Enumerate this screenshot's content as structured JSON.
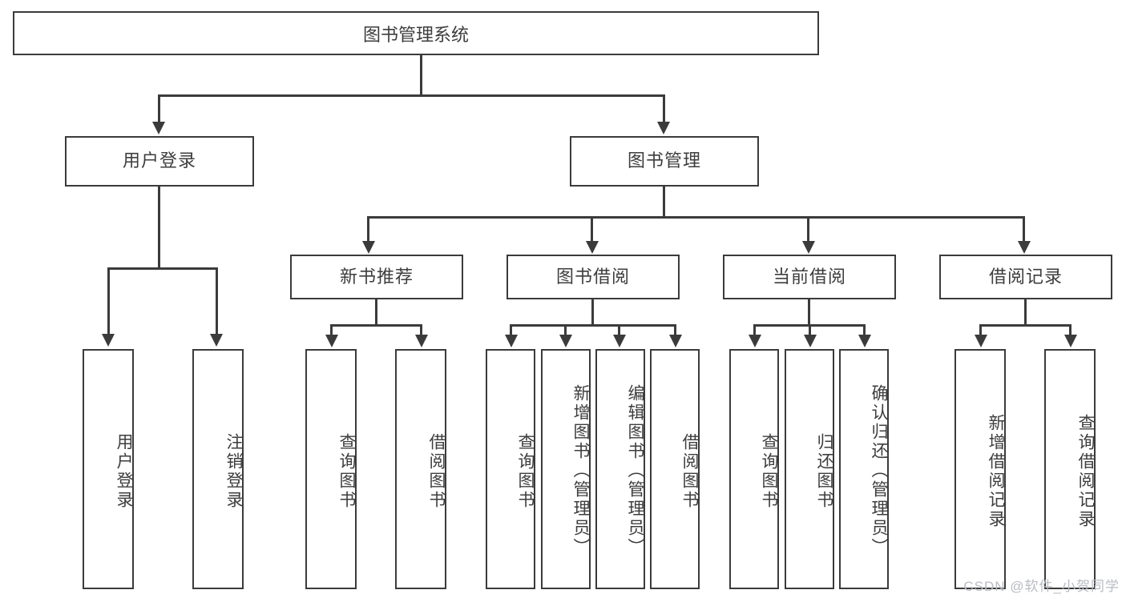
{
  "diagram": {
    "title": "图书管理系统",
    "type": "hierarchy-tree",
    "watermark": "CSDN @软件_小贺同学",
    "levels": {
      "root": {
        "label": "图书管理系统"
      },
      "level2": [
        {
          "label": "用户登录"
        },
        {
          "label": "图书管理"
        }
      ],
      "level3": [
        {
          "label": "新书推荐"
        },
        {
          "label": "图书借阅"
        },
        {
          "label": "当前借阅"
        },
        {
          "label": "借阅记录"
        }
      ],
      "leaves": {
        "user_login": [
          {
            "label": "用户登录"
          },
          {
            "label": "注销登录"
          }
        ],
        "new_book_recommend": [
          {
            "label": "查询图书"
          },
          {
            "label": "借阅图书"
          }
        ],
        "book_borrow": [
          {
            "label": "查询图书"
          },
          {
            "label": "新增图书（管理员）"
          },
          {
            "label": "编辑图书（管理员）"
          },
          {
            "label": "借阅图书"
          }
        ],
        "current_borrow": [
          {
            "label": "查询图书"
          },
          {
            "label": "归还图书"
          },
          {
            "label": "确认归还（管理员）"
          }
        ],
        "borrow_records": [
          {
            "label": "新增借阅记录"
          },
          {
            "label": "查询借阅记录"
          }
        ]
      }
    },
    "colors": {
      "stroke": "#3b3b3b",
      "text": "#3d3d3d",
      "background": "#ffffff",
      "watermark": "#b9bcc2"
    }
  }
}
